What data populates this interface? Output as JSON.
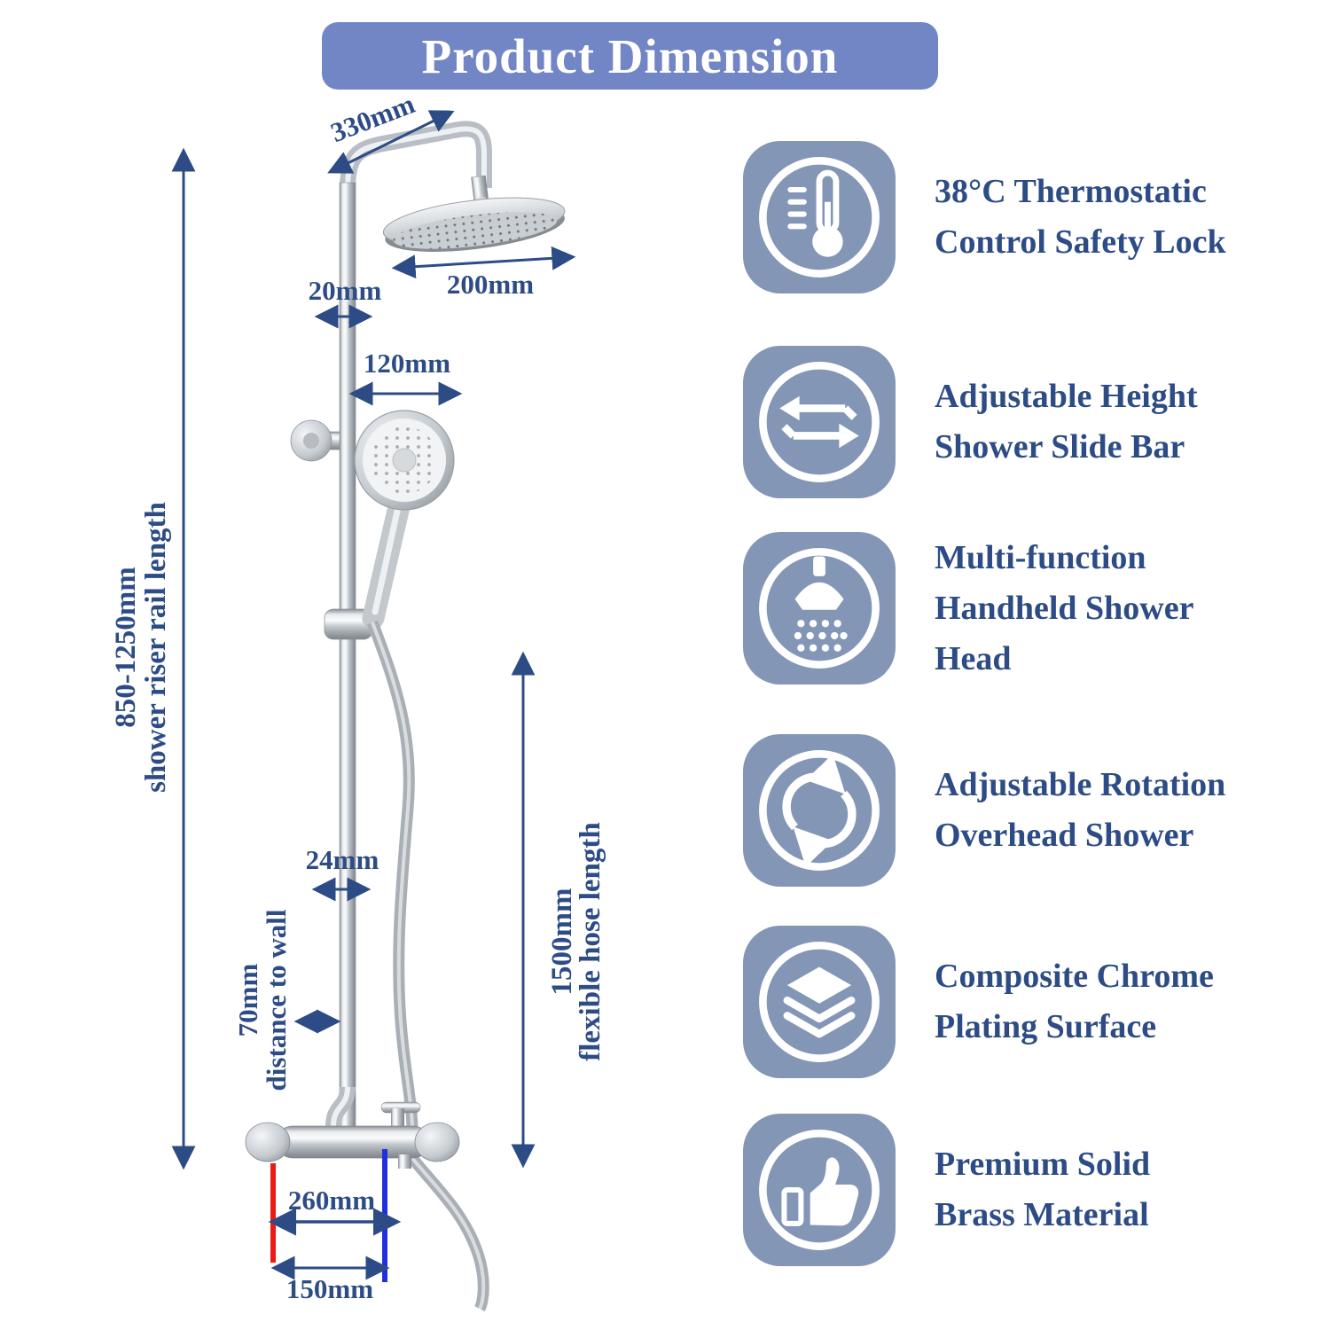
{
  "title": "Product Dimension",
  "colors": {
    "banner": "#7285c4",
    "icon_tile": "#8396b6",
    "text": "#2d4c86",
    "hot_inlet": "#ec1a12",
    "cold_inlet": "#2130de"
  },
  "diagram": {
    "labels": {
      "arm_length": "330mm",
      "overhead_diameter": "200mm",
      "upper_pipe_diameter": "20mm",
      "handheld_diameter": "120mm",
      "riser_range": "850-1250mm",
      "riser_caption": "shower riser rail length",
      "lower_pipe_diameter": "24mm",
      "wall_distance": "70mm",
      "wall_distance_caption": "distance to wall",
      "hose_length": "1500mm",
      "hose_caption": "flexible hose length",
      "valve_width": "260mm",
      "inlet_spacing": "150mm"
    }
  },
  "features": [
    {
      "icon": "thermostat-icon",
      "lines": [
        "38°C Thermostatic",
        "Control Safety Lock"
      ]
    },
    {
      "icon": "height-adjust-icon",
      "lines": [
        "Adjustable Height",
        "Shower Slide Bar"
      ]
    },
    {
      "icon": "handheld-shower-icon",
      "lines": [
        "Multi-function",
        "Handheld Shower",
        "Head"
      ]
    },
    {
      "icon": "rotation-icon",
      "lines": [
        "Adjustable Rotation",
        "Overhead Shower"
      ]
    },
    {
      "icon": "chrome-layers-icon",
      "lines": [
        "Composite Chrome",
        "Plating Surface"
      ]
    },
    {
      "icon": "thumbs-up-icon",
      "lines": [
        "Premium Solid",
        "Brass Material"
      ]
    }
  ]
}
